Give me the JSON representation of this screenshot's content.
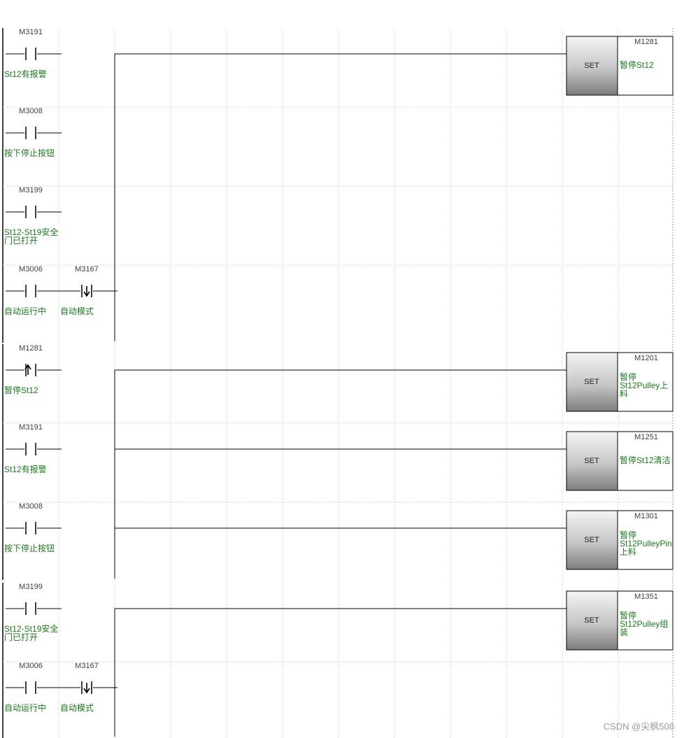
{
  "colors": {
    "wire": "#000000",
    "grid": "#c8c8c8",
    "comment": "#1a7a1a",
    "device": "#404040"
  },
  "blocks": [
    {
      "rows": [
        {
          "cells": [
            {
              "device": "M3191",
              "type": "NO",
              "comment": [
                "St12有报警"
              ]
            }
          ]
        },
        {
          "cells": [
            {
              "device": "M3008",
              "type": "NO",
              "comment": [
                "按下停止按钮"
              ]
            }
          ]
        },
        {
          "cells": [
            {
              "device": "M3199",
              "type": "NO",
              "comment": [
                "St12-St19安全",
                "门已打开"
              ]
            }
          ]
        },
        {
          "cells": [
            {
              "device": "M3006",
              "type": "NO",
              "comment": [
                "自动运行中"
              ]
            },
            {
              "device": "M3167",
              "type": "FALL",
              "comment": [
                "自动模式"
              ]
            }
          ]
        }
      ],
      "coils": [
        {
          "row": 0,
          "instr": "SET",
          "device": "M1281",
          "comment": [
            "暂停St12"
          ]
        }
      ]
    },
    {
      "rows": [
        {
          "cells": [
            {
              "device": "M1281",
              "type": "RISE",
              "comment": [
                "暂停St12"
              ]
            }
          ]
        },
        {
          "cells": [
            {
              "device": "M3191",
              "type": "NO",
              "comment": [
                "St12有报警"
              ]
            }
          ]
        },
        {
          "cells": [
            {
              "device": "M3008",
              "type": "NO",
              "comment": [
                "按下停止按钮"
              ]
            }
          ]
        }
      ],
      "coils": [
        {
          "row": 0,
          "instr": "SET",
          "device": "M1201",
          "comment": [
            "暂停",
            "St12Pulley上",
            "料"
          ]
        },
        {
          "row": 1,
          "instr": "SET",
          "device": "M1251",
          "comment": [
            "暂停St12清洁"
          ]
        },
        {
          "row": 2,
          "instr": "SET",
          "device": "M1301",
          "comment": [
            "暂停",
            "St12PulleyPin",
            "上料"
          ]
        }
      ]
    },
    {
      "rows": [
        {
          "cells": [
            {
              "device": "M3199",
              "type": "NO",
              "comment": [
                "St12-St19安全",
                "门已打开"
              ]
            }
          ]
        },
        {
          "cells": [
            {
              "device": "M3006",
              "type": "NO",
              "comment": [
                "自动运行中"
              ]
            },
            {
              "device": "M3167",
              "type": "FALL",
              "comment": [
                "自动模式"
              ]
            }
          ]
        }
      ],
      "coils": [
        {
          "row": 0,
          "instr": "SET",
          "device": "M1351",
          "comment": [
            "暂停",
            "St12Pulley组",
            "装"
          ]
        }
      ]
    }
  ],
  "watermark": "CSDN @尖枫508"
}
